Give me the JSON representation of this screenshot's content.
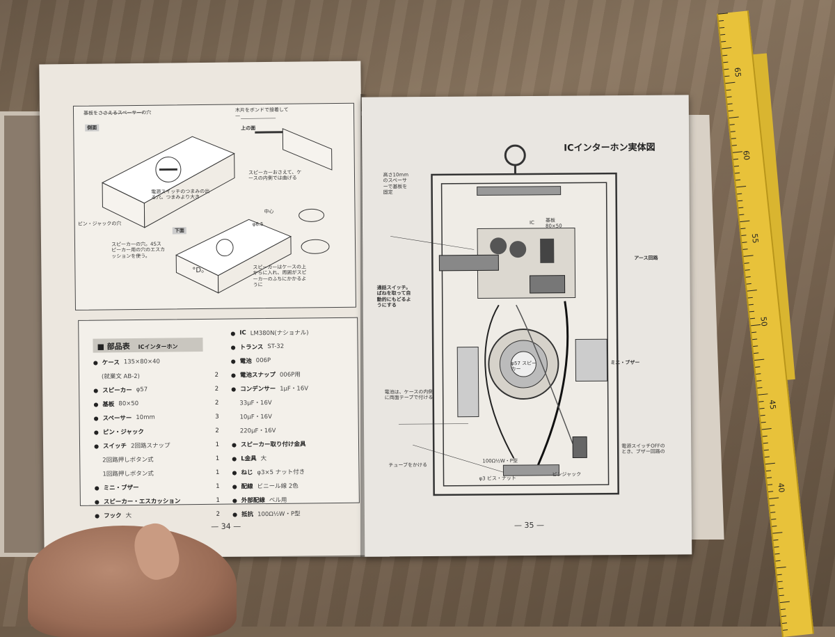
{
  "left_page": {
    "page_number": "— 34 —",
    "diagram_labels": {
      "spacer_hole": "基板をささえるスペーサーの穴",
      "side_view": "側面",
      "top_view": "上の面",
      "wood_note": "木片をボンドで接着して—",
      "switch_note": "電源スイッチのつまみの出る穴。つまみより大き",
      "speaker_note": "スピーカーおさえて、ケースの内側では曲げる",
      "pin_jack": "ピン・ジャックの穴",
      "speaker_hole": "スピーカーの穴。4Sスピーカー用の穴のエスカッションを使う。",
      "front_view": "下面",
      "center": "中心",
      "dim_a": "φ6.5",
      "speaker_side": "スピーカーはケースの上からに入れ、周囲がスピーカーのふちにかかるように",
      "logo_mark": "°D。"
    },
    "parts_title": "■ 部品表",
    "parts_subtitle": "ICインターホン",
    "parts_left": [
      {
        "name": "ケース",
        "spec": "135×80×40",
        "qty": ""
      },
      {
        "name": "",
        "spec": "(就業文 AB-2)",
        "qty": "2"
      },
      {
        "name": "スピーカー",
        "spec": "φ57",
        "qty": "2"
      },
      {
        "name": "基板",
        "spec": "80×50",
        "qty": "2"
      },
      {
        "name": "スペーサー",
        "spec": "10mm",
        "qty": "3"
      },
      {
        "name": "ピン・ジャック",
        "spec": "",
        "qty": "2"
      },
      {
        "name": "スイッチ",
        "spec": "2回路スナップ",
        "qty": "1"
      },
      {
        "name": "",
        "spec": "2回路押しボタン式",
        "qty": "1"
      },
      {
        "name": "",
        "spec": "1回路押しボタン式",
        "qty": "1"
      },
      {
        "name": "ミニ・ブザー",
        "spec": "",
        "qty": "1"
      },
      {
        "name": "スピーカー・エスカッション",
        "spec": "",
        "qty": "1"
      },
      {
        "name": "フック",
        "spec": "大",
        "qty": "2"
      }
    ],
    "parts_right": [
      {
        "name": "IC",
        "spec": "LM380N(ナショナル)",
        "qty": ""
      },
      {
        "name": "トランス",
        "spec": "ST-32",
        "qty": ""
      },
      {
        "name": "電池",
        "spec": "006P",
        "qty": ""
      },
      {
        "name": "電池スナップ",
        "spec": "006P用",
        "qty": ""
      },
      {
        "name": "コンデンサー",
        "spec": "1μF・16V",
        "qty": ""
      },
      {
        "name": "",
        "spec": "33μF・16V",
        "qty": ""
      },
      {
        "name": "",
        "spec": "10μF・16V",
        "qty": ""
      },
      {
        "name": "",
        "spec": "220μF・16V",
        "qty": ""
      },
      {
        "name": "スピーカー取り付け金具",
        "spec": "",
        "qty": ""
      },
      {
        "name": "L金具",
        "spec": "大",
        "qty": ""
      },
      {
        "name": "ねじ",
        "spec": "φ3×5 ナット付き",
        "qty": ""
      },
      {
        "name": "配線",
        "spec": "ビニール線 2色",
        "qty": ""
      },
      {
        "name": "外部配線",
        "spec": "ベル用",
        "qty": ""
      },
      {
        "name": "抵抗",
        "spec": "100Ω½W・P型",
        "qty": ""
      }
    ]
  },
  "right_page": {
    "page_number": "— 35 —",
    "title": "ICインターホン実体図",
    "labels": {
      "spacer_note": "高さ10mmのスペーサーで基板を固定",
      "switch_note": "通話スイッチ。ばねを取って自動的にもどるようにする",
      "battery_note": "電池は、ケースの内側に両面テープで付ける",
      "tube_note": "チューブをかける",
      "buzzer": "ミニ・ブザー",
      "power_switch": "電源スイッチOFFのとき、ブザー回路の",
      "speaker": "φ57 スピーカー",
      "resistor": "100Ω½W・P型",
      "nut": "φ3 ビス・ナット",
      "ic": "IC",
      "board": "基板 80×50",
      "pin_jack": "ピンジャック",
      "earth_note": "アース回路"
    }
  },
  "ruler": {
    "marks": [
      "65",
      "60",
      "55",
      "50",
      "45",
      "40"
    ]
  }
}
